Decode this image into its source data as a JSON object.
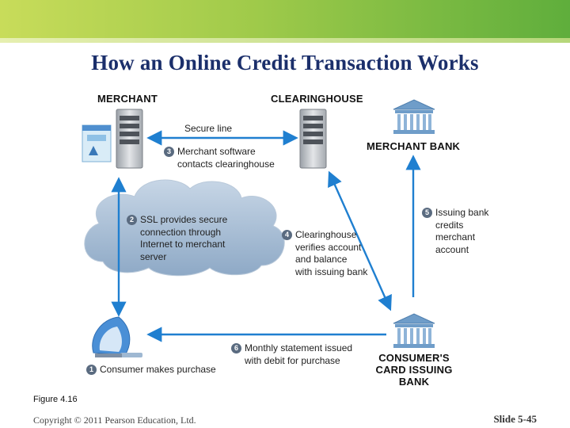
{
  "slide": {
    "title": "How an Online Credit Transaction Works",
    "figure_caption": "Figure 4.16",
    "copyright": "Copyright © 2011 Pearson Education, Ltd.",
    "slide_number": "Slide 5-45"
  },
  "nodes": {
    "merchant": "MERCHANT",
    "clearinghouse": "CLEARINGHOUSE",
    "merchant_bank": "MERCHANT BANK",
    "consumer_bank_line1": "CONSUMER'S",
    "consumer_bank_line2": "CARD ISSUING",
    "consumer_bank_line3": "BANK"
  },
  "steps": [
    {
      "num": "1",
      "lines": [
        "Consumer makes purchase"
      ]
    },
    {
      "num": "2",
      "lines": [
        "SSL provides secure",
        "connection through",
        "Internet to merchant",
        "server"
      ]
    },
    {
      "num": "3",
      "lines": [
        "Merchant software",
        "contacts clearinghouse"
      ]
    },
    {
      "num": "4",
      "lines": [
        "Clearinghouse",
        "verifies account",
        "and balance",
        "with issuing bank"
      ]
    },
    {
      "num": "5",
      "lines": [
        "Issuing bank",
        "credits",
        "merchant",
        "account"
      ]
    },
    {
      "num": "6",
      "lines": [
        "Monthly statement issued",
        "with debit for purchase"
      ]
    }
  ],
  "secure_line_label": "Secure line",
  "colors": {
    "arrow": "#1f7fd0",
    "title": "#1b2f6b",
    "cloud": "#9fb6cf",
    "server": "#c9ccd1",
    "bank": "#8fb4d8"
  }
}
